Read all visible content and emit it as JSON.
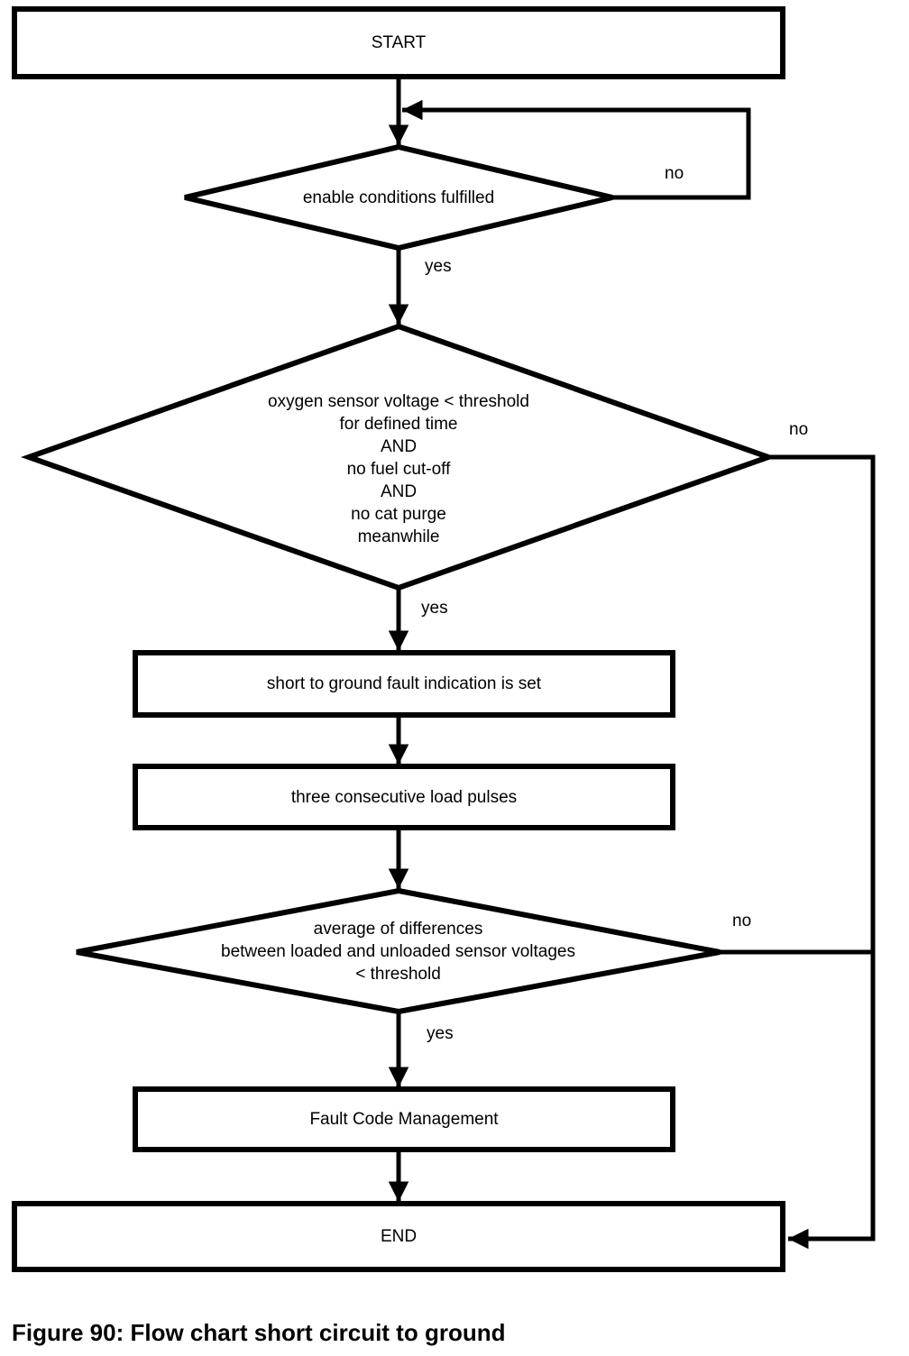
{
  "figure": {
    "caption": "Figure 90: Flow chart short circuit to ground"
  },
  "nodes": {
    "start": {
      "label": "START"
    },
    "decision_enable": {
      "label": "enable conditions fulfilled"
    },
    "decision_sensor": {
      "label": "oxygen sensor voltage < threshold\nfor defined time\nAND\nno fuel cut-off\nAND\nno cat purge\nmeanwhile"
    },
    "process_fault_set": {
      "label": "short to ground fault indication is set"
    },
    "process_pulses": {
      "label": "three consecutive load pulses"
    },
    "decision_average": {
      "label": "average of differences\nbetween loaded and unloaded sensor voltages\n< threshold"
    },
    "process_fault_code": {
      "label": "Fault Code Management"
    },
    "end": {
      "label": "END"
    }
  },
  "edge_labels": {
    "enable_no": "no",
    "enable_yes": "yes",
    "sensor_no": "no",
    "sensor_yes": "yes",
    "average_no": "no",
    "average_yes": "yes"
  },
  "colors": {
    "line": "#000000",
    "text": "#000000",
    "background": "#ffffff"
  }
}
